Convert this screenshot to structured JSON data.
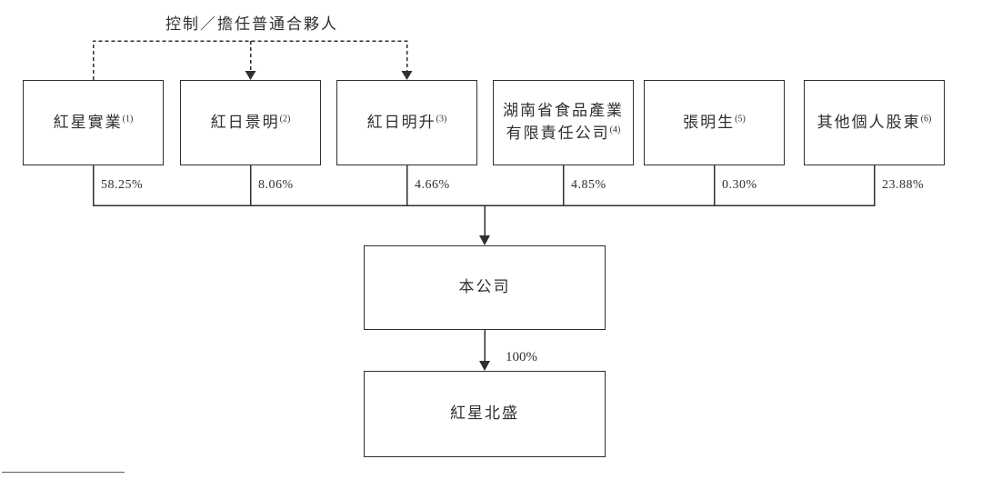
{
  "diagram": {
    "control_label": "控制／擔任普通合夥人",
    "shareholders": [
      {
        "name": "紅星實業",
        "footnote": "(1)",
        "percent": "58.25%"
      },
      {
        "name": "紅日景明",
        "footnote": "(2)",
        "percent": "8.06%"
      },
      {
        "name": "紅日明升",
        "footnote": "(3)",
        "percent": "4.66%"
      },
      {
        "name": "湖南省食品產業\n有限責任公司",
        "footnote": "(4)",
        "percent": "4.85%"
      },
      {
        "name": "張明生",
        "footnote": "(5)",
        "percent": "0.30%"
      },
      {
        "name": "其他個人股東",
        "footnote": "(6)",
        "percent": "23.88%"
      }
    ],
    "company": {
      "name": "本公司"
    },
    "subsidiary": {
      "name": "紅星北盛",
      "percent": "100%"
    },
    "colors": {
      "line": "#2f2f2f",
      "text": "#2f2f2f",
      "background": "#ffffff"
    }
  }
}
